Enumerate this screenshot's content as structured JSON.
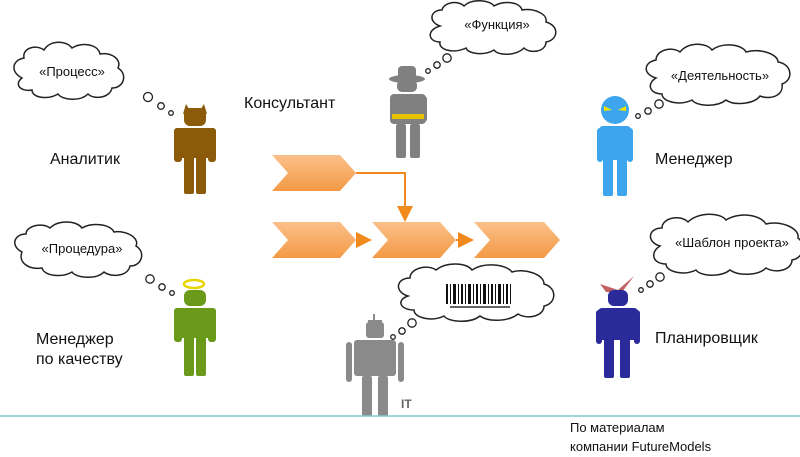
{
  "bubbles": {
    "process": "«Процесс»",
    "function": "«Функция»",
    "activity": "«Деятельность»",
    "procedure": "«Процедура»",
    "template": "«Шаблон проекта»"
  },
  "roles": {
    "analyst": "Аналитик",
    "consultant": "Консультант",
    "manager": "Менеджер",
    "quality_manager_line1": "Менеджер",
    "quality_manager_line2": "по качеству",
    "planner": "Планировщик",
    "it": "IT"
  },
  "credit": {
    "line1": "По материалам",
    "line2": "компании FutureModels"
  },
  "colors": {
    "analyst": "#8b5a0a",
    "consultant": "#808080",
    "manager": "#3da4ee",
    "quality_manager": "#6b9a1a",
    "planner": "#2a2a9a",
    "it": "#8a8a8a",
    "chevron": "#f7a75a",
    "arrow": "#f08a1c",
    "divider": "#7fc6d3"
  }
}
